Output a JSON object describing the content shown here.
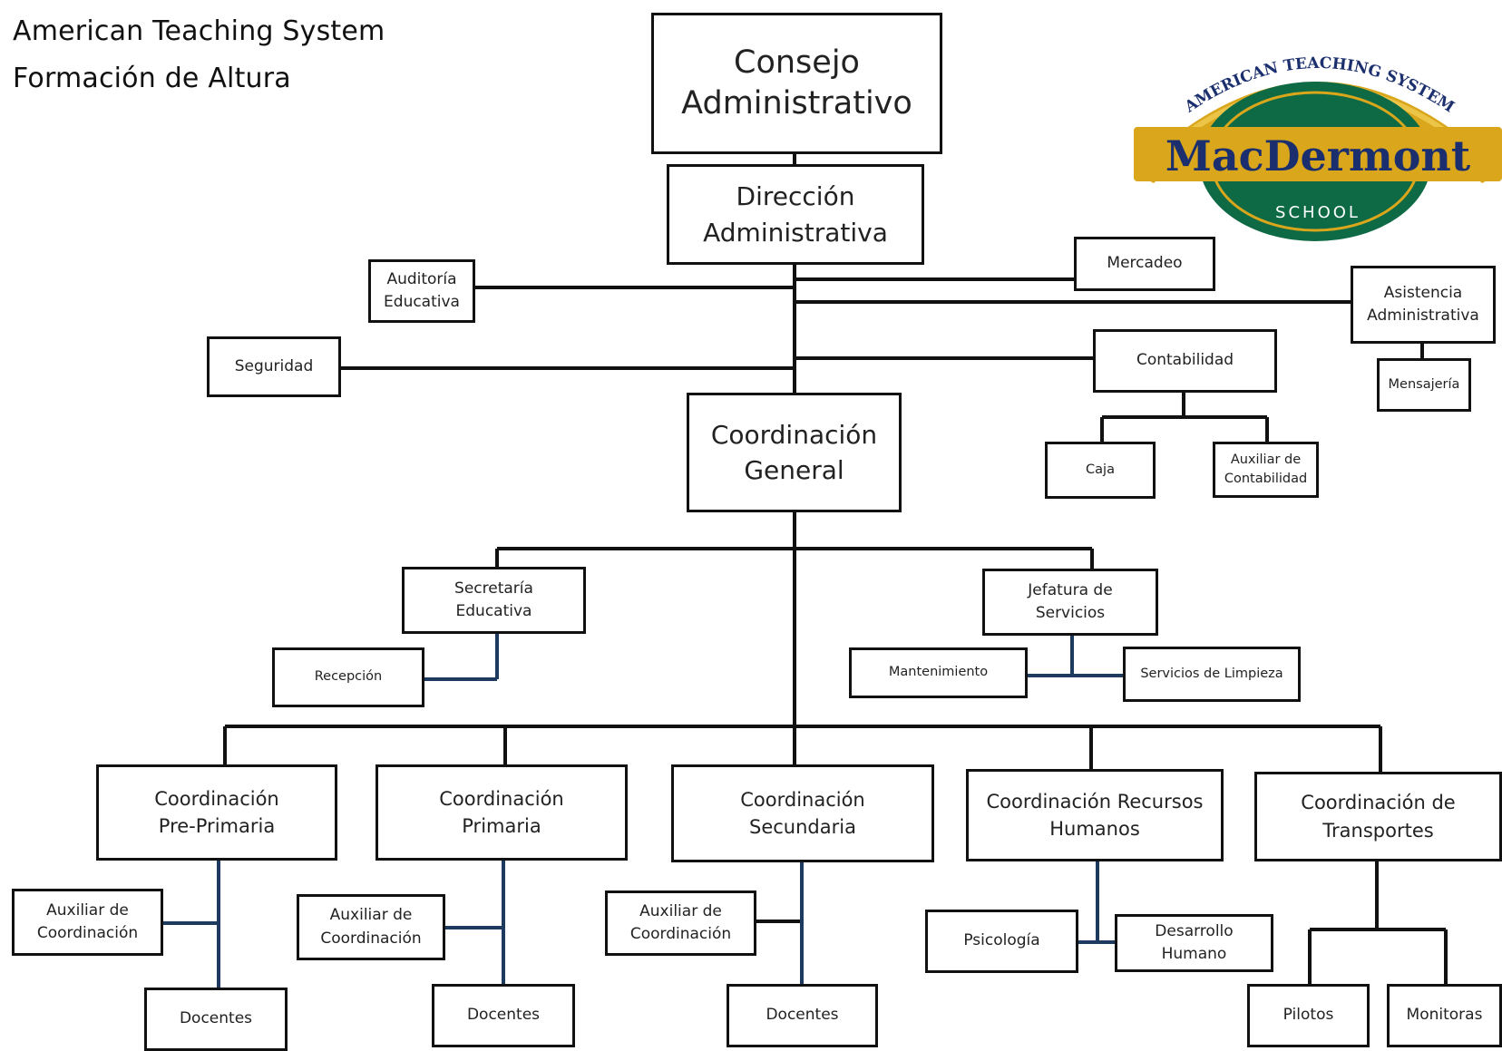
{
  "header": {
    "top_partial": "",
    "title_line1": "American Teaching System",
    "title_line2": "Formación de Altura"
  },
  "logo": {
    "arc_text": "AMERICAN TEACHING SYSTEM",
    "name": "MacDermont",
    "sub": "SCHOOL"
  },
  "org": {
    "consejo": "Consejo\nAdministrativo",
    "direccion": "Dirección\nAdministrativa",
    "auditoria": "Auditoría\nEducativa",
    "mercadeo": "Mercadeo",
    "asistencia": "Asistencia\nAdministrativa",
    "mensajeria": "Mensajería",
    "seguridad": "Seguridad",
    "contabilidad": "Contabilidad",
    "caja": "Caja",
    "aux_contabilidad": "Auxiliar de\nContabilidad",
    "coord_general": "Coordinación\nGeneral",
    "secretaria": "Secretaría\nEducativa",
    "recepcion": "Recepción",
    "jefatura": "Jefatura de\nServicios",
    "mantenimiento": "Mantenimiento",
    "limpieza": "Servicios de Limpieza",
    "coord_preprimaria": "Coordinación\nPre-Primaria",
    "coord_primaria": "Coordinación\nPrimaria",
    "coord_secundaria": "Coordinación\nSecundaria",
    "coord_rrhh": "Coordinación Recursos\nHumanos",
    "coord_transportes": "Coordinación de\nTransportes",
    "aux_coord_1": "Auxiliar de\nCoordinación",
    "aux_coord_2": "Auxiliar de\nCoordinación",
    "aux_coord_3": "Auxiliar de\nCoordinación",
    "docentes_1": "Docentes",
    "docentes_2": "Docentes",
    "docentes_3": "Docentes",
    "psicologia": "Psicología",
    "desarrollo": "Desarrollo\nHumano",
    "pilotos": "Pilotos",
    "monitoras": "Monitoras"
  },
  "colors": {
    "line_black": "#111111",
    "line_blue": "#1f3a5f",
    "logo_gold": "#d9a61c",
    "logo_green": "#0d6a45",
    "logo_navy": "#1b2f6e"
  }
}
